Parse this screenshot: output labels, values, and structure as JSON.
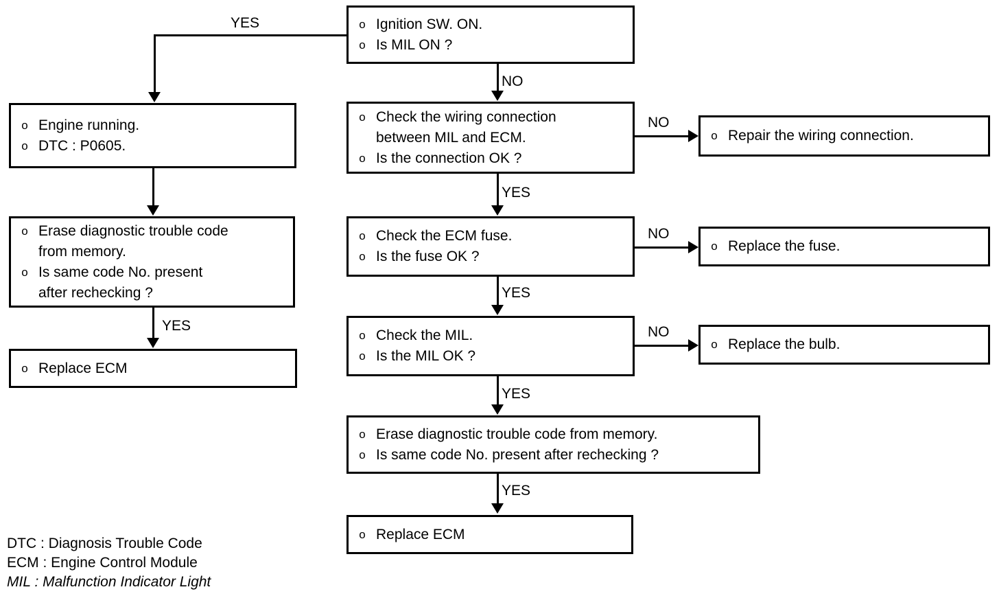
{
  "diagram": {
    "type": "flowchart",
    "title": "MIL / DTC P0605 diagnostic flowchart",
    "bullet_glyph": "o",
    "line_color": "#000000",
    "background_color": "#ffffff"
  },
  "nodes": {
    "ignition_check": {
      "lines": [
        "Ignition SW. ON.",
        "Is MIL ON ?"
      ]
    },
    "engine_running": {
      "lines": [
        "Engine running.",
        "DTC : P0605."
      ]
    },
    "erase_left": {
      "lines": [
        "Erase diagnostic trouble code",
        "from memory.",
        "Is same code No. present",
        "after rechecking ?"
      ],
      "bulleted": [
        true,
        false,
        true,
        false
      ]
    },
    "replace_ecm_left": {
      "lines": [
        "Replace ECM"
      ]
    },
    "check_wiring": {
      "lines": [
        "Check the wiring connection",
        "between MIL and ECM.",
        "Is the connection OK ?"
      ],
      "bulleted": [
        true,
        false,
        true
      ]
    },
    "repair_wiring": {
      "lines": [
        "Repair the wiring connection."
      ]
    },
    "check_fuse": {
      "lines": [
        "Check the ECM fuse.",
        "Is the fuse OK ?"
      ]
    },
    "replace_fuse": {
      "lines": [
        "Replace the fuse."
      ]
    },
    "check_mil": {
      "lines": [
        "Check the MIL.",
        "Is the MIL OK ?"
      ]
    },
    "replace_bulb": {
      "lines": [
        "Replace the bulb."
      ]
    },
    "erase_center": {
      "lines": [
        "Erase diagnostic trouble code from memory.",
        "Is same code No. present after rechecking ?"
      ]
    },
    "replace_ecm_center": {
      "lines": [
        "Replace ECM"
      ]
    }
  },
  "edge_labels": {
    "yes_ignition_to_engine": "YES",
    "no_ignition_to_wiring": "NO",
    "no_wiring_to_repair": "NO",
    "yes_wiring_to_fuse": "YES",
    "no_fuse_to_replace": "NO",
    "yes_fuse_to_mil": "YES",
    "no_mil_to_bulb": "NO",
    "yes_mil_to_erase": "YES",
    "yes_erase_to_replace_center": "YES",
    "yes_erase_left_to_replace_left": "YES"
  },
  "legend": {
    "lines": [
      {
        "abbr": "DTC",
        "sep": " : ",
        "text": "Diagnosis Trouble Code",
        "italic": false
      },
      {
        "abbr": "ECM",
        "sep": " : ",
        "text": "Engine Control Module",
        "italic": false
      },
      {
        "abbr": "MIL",
        "sep": " : ",
        "text": "Malfunction Indicator Light",
        "italic": true
      }
    ],
    "full": [
      "DTC : Diagnosis Trouble Code",
      "ECM : Engine Control Module",
      "MIL : Malfunction Indicator Light"
    ]
  }
}
